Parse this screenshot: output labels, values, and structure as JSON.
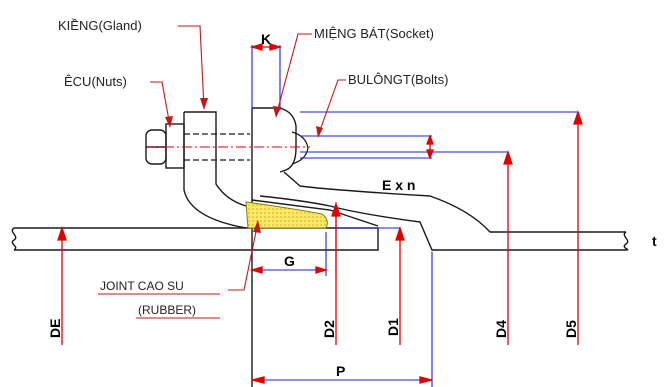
{
  "labels": {
    "gland": "KIỀNG(Gland)",
    "socket": "MIỆNG BÁT(Socket)",
    "nuts": "ÊCU(Nuts)",
    "bolts": "BULÔNGT(Bolts)",
    "joint": "JOINT CAO SU",
    "rubber": "(RUBBER)"
  },
  "dimensions": {
    "de": "DE",
    "d2": "D2",
    "d1": "D1",
    "d4": "D4",
    "d5": "D5",
    "p": "P",
    "g": "G",
    "k": "K",
    "exn": "E x n",
    "t": "t"
  },
  "colors": {
    "outline": "#1a1a1a",
    "dimension": "#1f1fd0",
    "arrow": "#e00000",
    "leader": "#c21818",
    "rubber_fill": "#ffe866"
  }
}
